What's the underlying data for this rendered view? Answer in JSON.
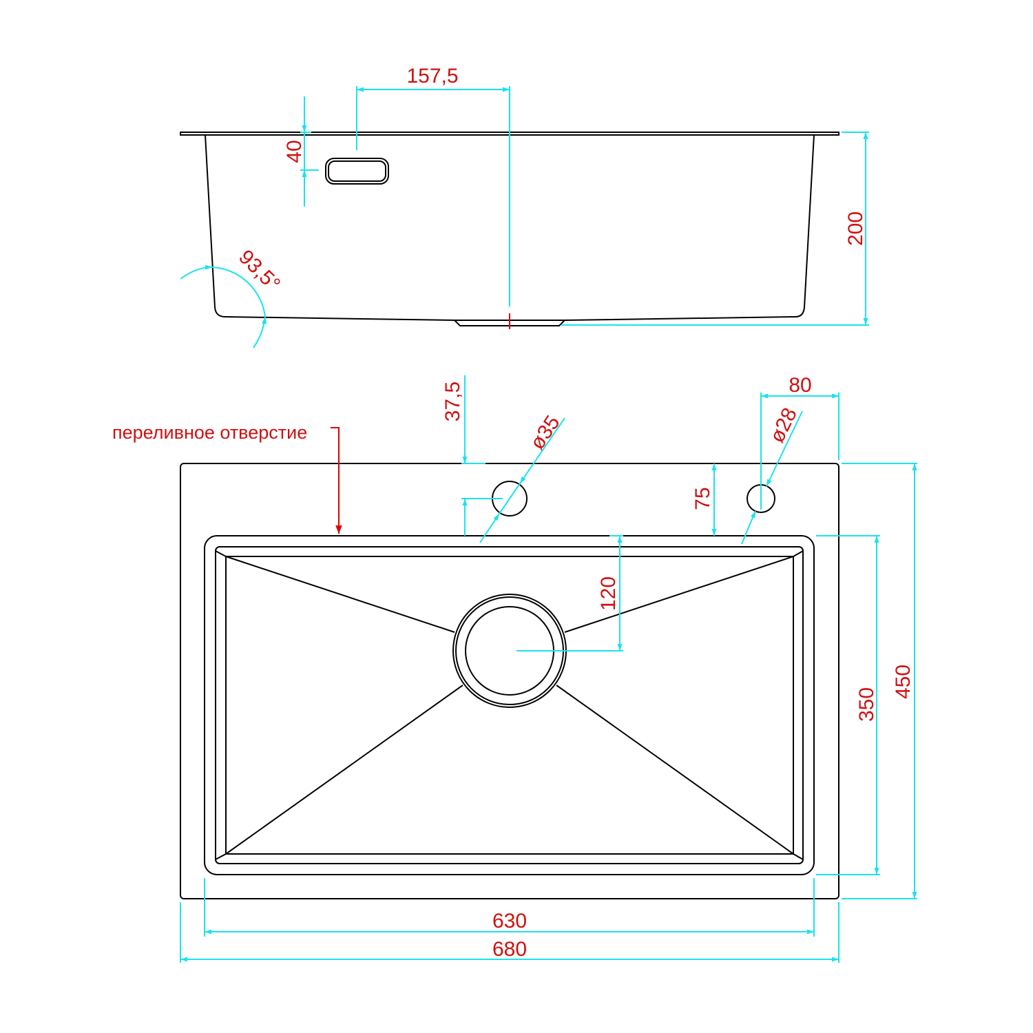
{
  "title": "Sink dimension drawing",
  "colors": {
    "outline": "#000000",
    "dimension_line": "#19e3ee",
    "dimension_text": "#d01010",
    "annotation": "#e00000"
  },
  "side_view": {
    "overflow_offset": "157,5",
    "overflow_height": "40",
    "depth": "200",
    "wall_angle": "93,5°"
  },
  "top_view": {
    "overflow_label": "переливное отверстие",
    "tap_hole_offset": "37,5",
    "tap_hole_diameter": "ø35",
    "second_hole_diameter": "ø28",
    "second_hole_offset_x": "80",
    "second_hole_offset_y": "75",
    "drain_offset": "120",
    "bowl_depth": "350",
    "overall_depth": "450",
    "bowl_width": "630",
    "overall_width": "680"
  }
}
